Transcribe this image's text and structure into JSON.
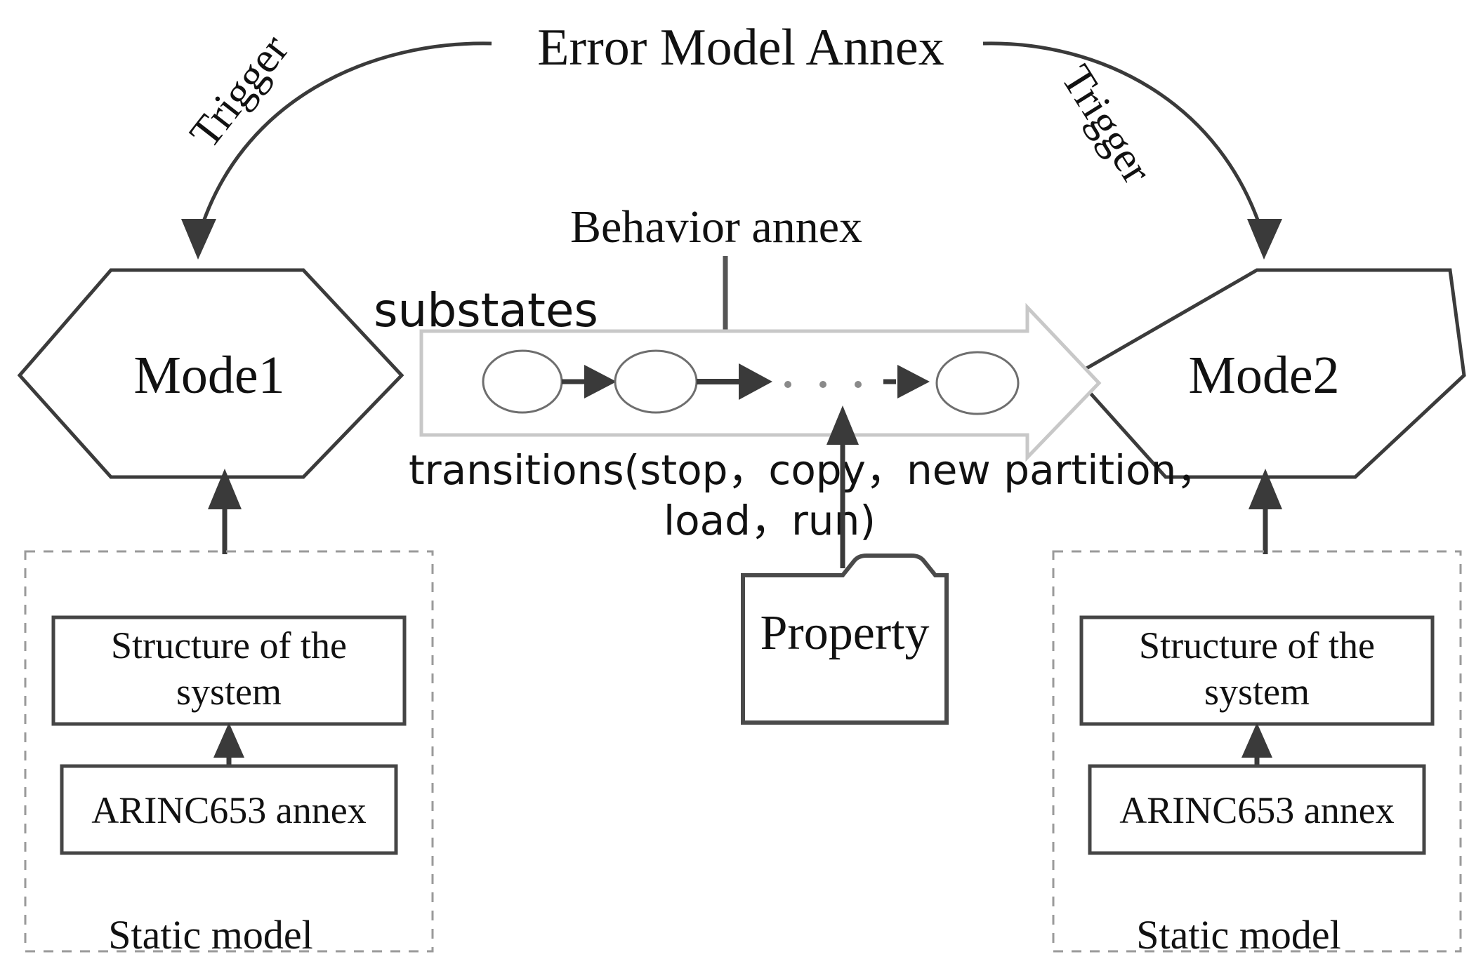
{
  "diagram": {
    "title": "Error Model Annex",
    "behavior_annex_label": "Behavior annex",
    "substates_label": "substates",
    "transitions_label_line1": "transitions(stop，copy，new partition，",
    "transitions_label_line2": "load，run)",
    "trigger_left_label": "Trigger",
    "trigger_right_label": "Trigger",
    "property_label": "Property",
    "modes": [
      {
        "id": "mode1",
        "label": "Mode1"
      },
      {
        "id": "mode2",
        "label": "Mode2"
      }
    ],
    "static_models": [
      {
        "id": "static-model-left",
        "caption": "Static model",
        "structure_line1": "Structure of the",
        "structure_line2": "system",
        "annex_label": "ARINC653 annex"
      },
      {
        "id": "static-model-right",
        "caption": "Static model",
        "structure_line1": "Structure of the",
        "structure_line2": "system",
        "annex_label": "ARINC653 annex"
      }
    ],
    "substate_nodes": [
      {
        "id": "substate-1"
      },
      {
        "id": "substate-2"
      },
      {
        "id": "substate-3"
      }
    ],
    "ellipsis_dots": "• • •",
    "colors": {
      "background": "#ffffff",
      "shape_stroke": "#3b3b3b",
      "light_stroke": "#9a9a9a",
      "text": "#111111",
      "arrow_fill": "#3a3a3a"
    }
  }
}
